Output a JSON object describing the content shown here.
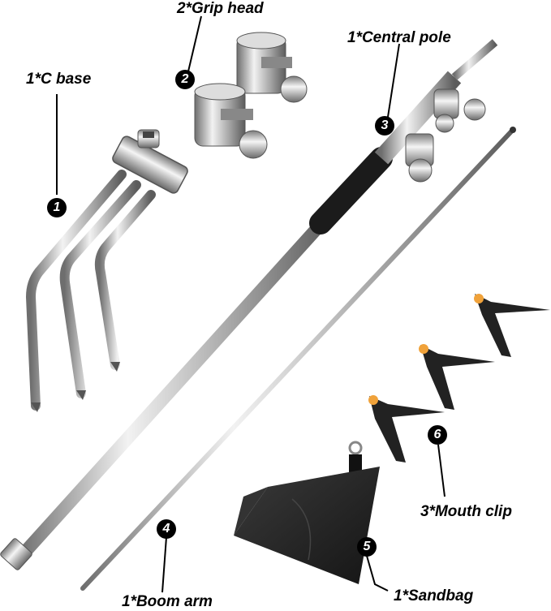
{
  "labels": {
    "c_base": "1*C base",
    "grip_head": "2*Grip head",
    "central_pole": "1*Central pole",
    "boom_arm": "1*Boom arm",
    "sandbag": "1*Sandbag",
    "mouth_clip": "3*Mouth clip"
  },
  "badges": {
    "c_base": "1",
    "grip_head": "2",
    "central_pole": "3",
    "boom_arm": "4",
    "sandbag": "5",
    "mouth_clip": "6"
  },
  "colors": {
    "steel_light": "#f2f2f2",
    "steel_mid": "#b9b9b9",
    "steel_dark": "#6e6e6e",
    "grip_black": "#1b1b1b",
    "sandbag": "#2a2a2a",
    "clip_black": "#222222",
    "clip_orange": "#f0a23a"
  }
}
